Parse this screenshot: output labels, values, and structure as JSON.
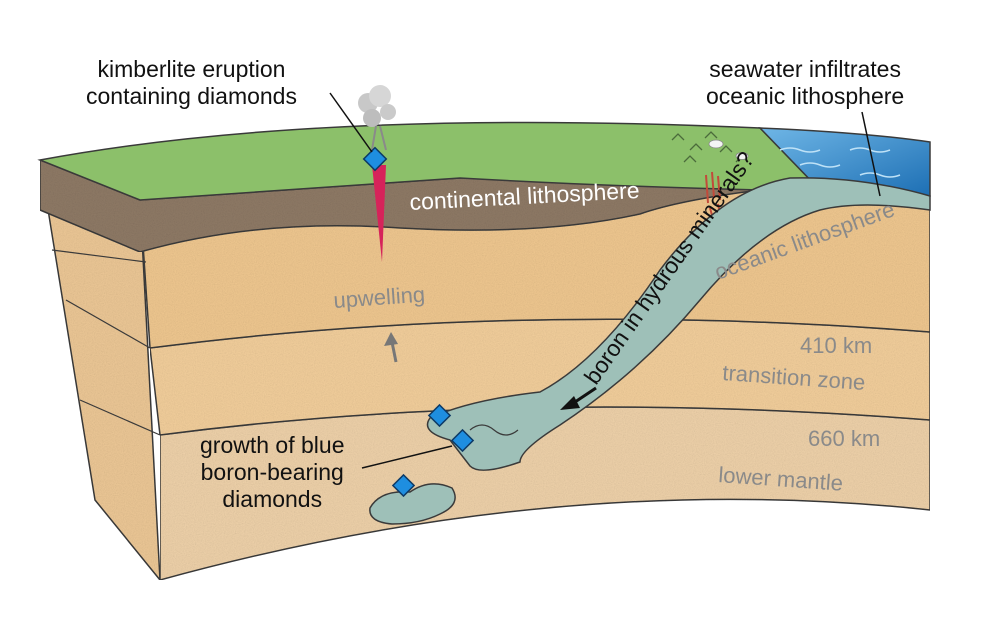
{
  "callouts": {
    "kimberlite": [
      "kimberlite eruption",
      "containing diamonds"
    ],
    "seawater": [
      "seawater infiltrates",
      "oceanic lithosphere"
    ],
    "growth": [
      "growth of blue",
      "boron-bearing",
      "diamonds"
    ]
  },
  "layer_labels": {
    "continental": "continental lithosphere",
    "oceanic": "oceanic lithosphere",
    "upwelling": "upwelling",
    "km410": "410 km",
    "transition": "transition zone",
    "km660": "660 km",
    "lower_mantle": "lower mantle"
  },
  "slab_label": "boron in hydrous minerals?",
  "colors": {
    "surface_green": "#8cc06a",
    "continental_crust": "#8f7a66",
    "upper_mantle": "#f0c890",
    "transition_zone": "#f3cf9c",
    "lower_mantle": "#efd2aa",
    "ocean": "#2f86c8",
    "slab": "#9ec0b8",
    "diamond": "#1e8ee0",
    "eruption_conduit": "#d6235a",
    "label_gray": "#8a8a8a"
  }
}
